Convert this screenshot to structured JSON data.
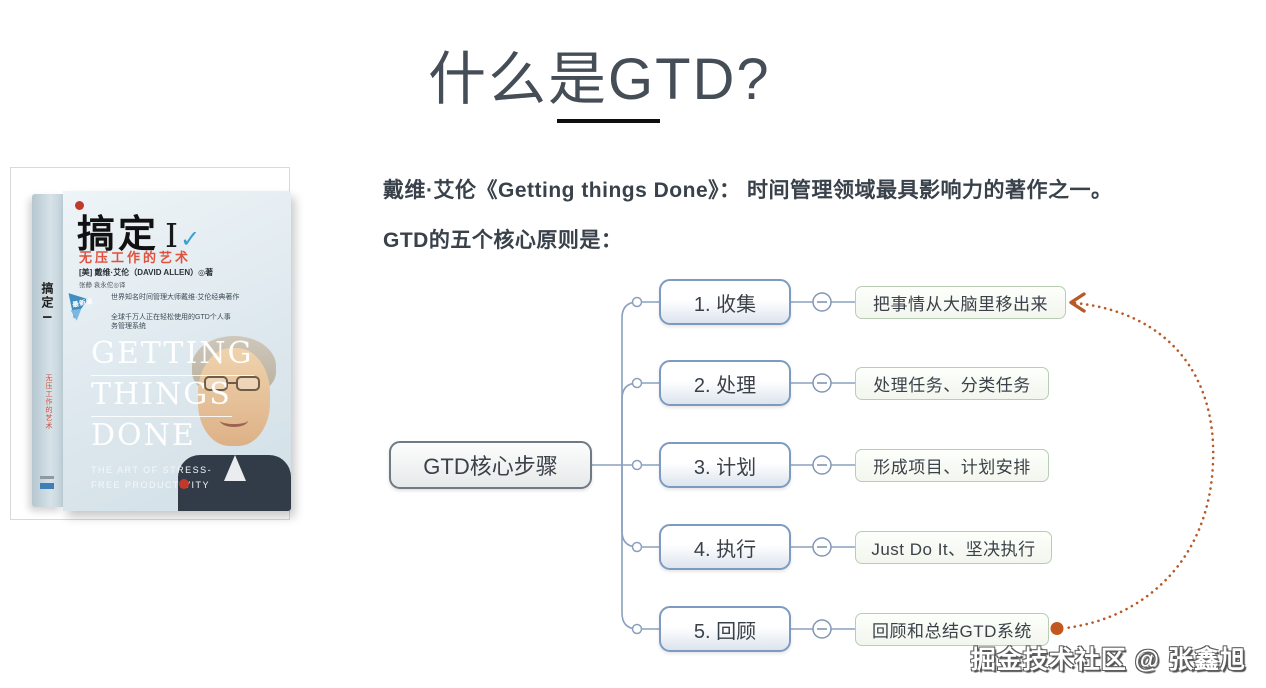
{
  "page": {
    "title": "什么是GTD?",
    "watermark": "掘金技术社区 @ 张鑫旭"
  },
  "intro": {
    "line1": "戴维·艾伦《Getting things Done》： 时间管理领域最具影响力的著作之一。",
    "line2": "GTD的五个核心原则是："
  },
  "book": {
    "title_cn": "搞定",
    "volume_mark": "I",
    "check_mark": "✓",
    "subtitle_cn": "无压工作的艺术",
    "author_line": "[美] 戴维·艾伦（DAVID ALLEN）◎著",
    "translator_line": "张静 袁永佗◎译",
    "badge": "最新版",
    "blurb1": "世界知名时间管理大师戴维·艾伦经典著作",
    "blurb2": "全球千万人正在轻松使用的GTD个人事务管理系统",
    "title_en_1": "GETTING",
    "title_en_2": "THINGS",
    "title_en_3": "DONE",
    "tagline_en": "THE ART OF STRESS-FREE PRODUCTIVITY",
    "spine_title": "搞定 I",
    "spine_subtitle": "无压工作的艺术"
  },
  "mindmap": {
    "root": "GTD核心步骤",
    "branches": [
      {
        "step": "1. 收集",
        "desc": "把事情从大脑里移出来"
      },
      {
        "step": "2. 处理",
        "desc": "处理任务、分类任务"
      },
      {
        "step": "3. 计划",
        "desc": "形成项目、计划安排"
      },
      {
        "step": "4. 执行",
        "desc": "Just Do It、坚决执行"
      },
      {
        "step": "5. 回顾",
        "desc": "回顾和总结GTD系统"
      }
    ]
  },
  "colors": {
    "title_text": "#454d57",
    "body_text": "#39414b",
    "step_border_blue": "#7d9bc1",
    "desc_border_green": "#b9cdb5",
    "root_border_gray": "#6f7a84",
    "connector_blue": "#8aa0bf",
    "loop_orange": "#b85a27",
    "loop_dot_orange": "#c2571f",
    "book_subtitle_red": "#e0523e",
    "check_blue": "#3a9fd0",
    "watermark_text": "#ffffff"
  }
}
